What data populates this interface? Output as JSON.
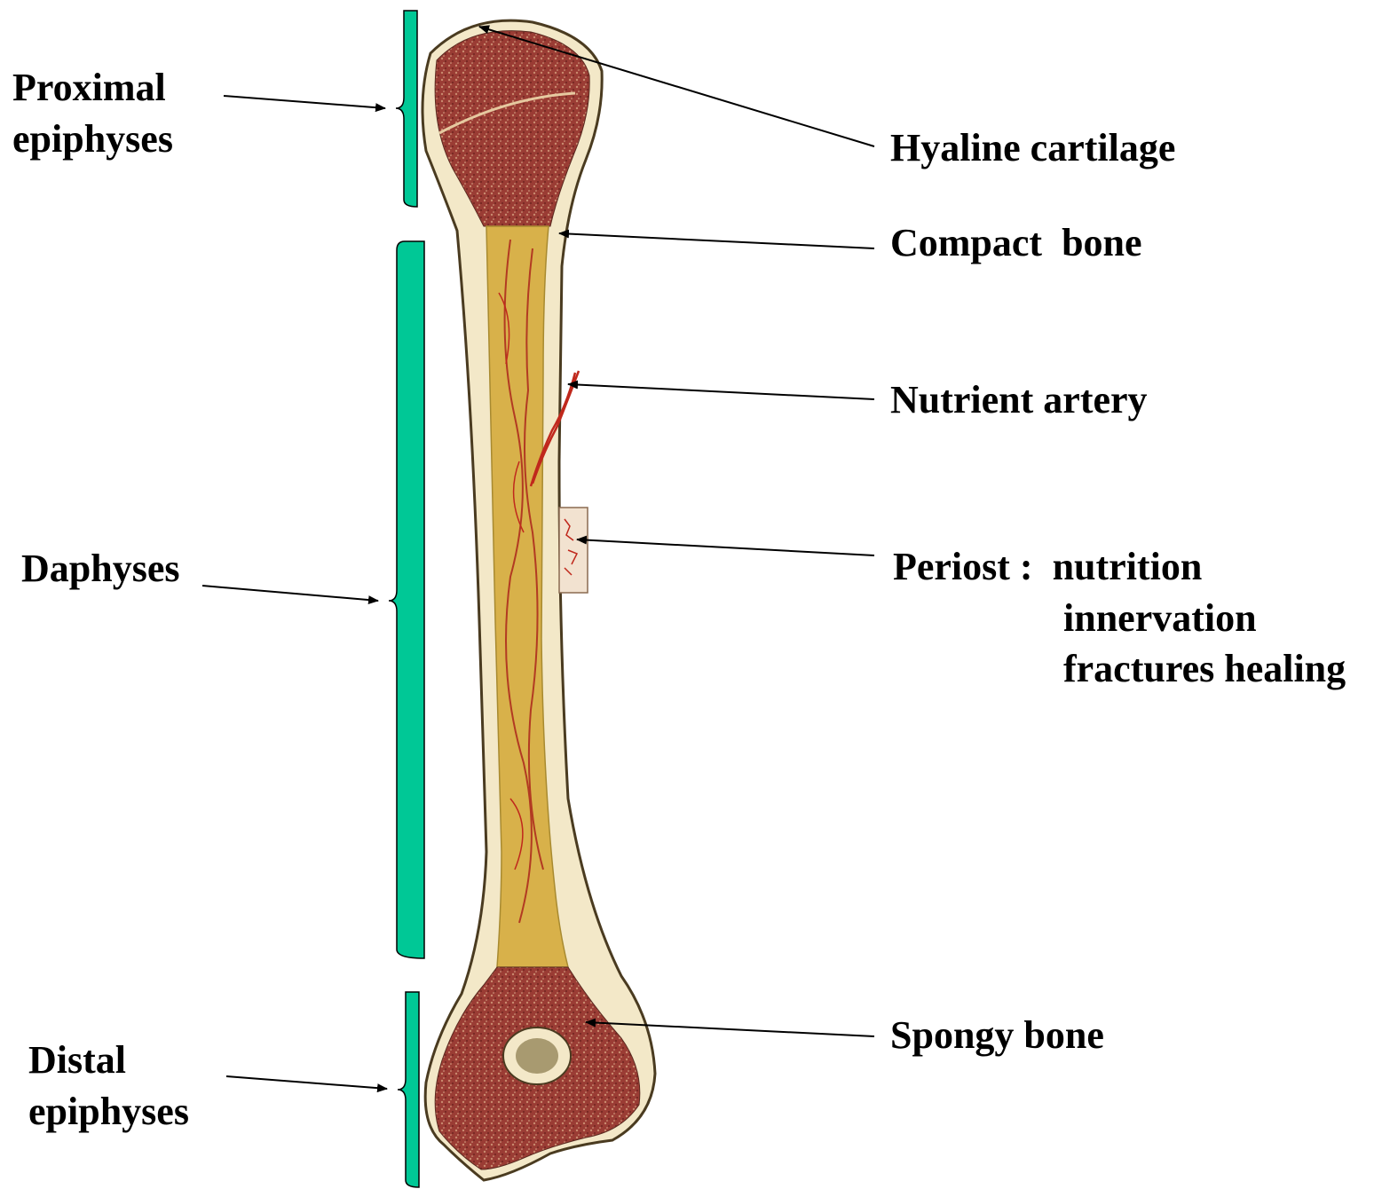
{
  "diagram": {
    "left_labels": {
      "proximal": [
        "Proximal",
        "epiphyses"
      ],
      "daphyses": "Daphyses",
      "distal": [
        "Distal",
        "epiphyses"
      ]
    },
    "right_labels": {
      "hyaline": "Hyaline cartilage",
      "compact": "Compact  bone",
      "nutrient": "Nutrient artery",
      "periost_title": "Periost :  nutrition",
      "periost_items": [
        "innervation",
        "fractures healing"
      ],
      "spongy": "Spongy bone"
    },
    "colors": {
      "bracket": "#00c896",
      "spongy": "#9a3c34",
      "marrow": "#d8b14a",
      "compact": "#f3e8c8",
      "outline": "#4a3b20",
      "artery": "#c0281c"
    }
  }
}
